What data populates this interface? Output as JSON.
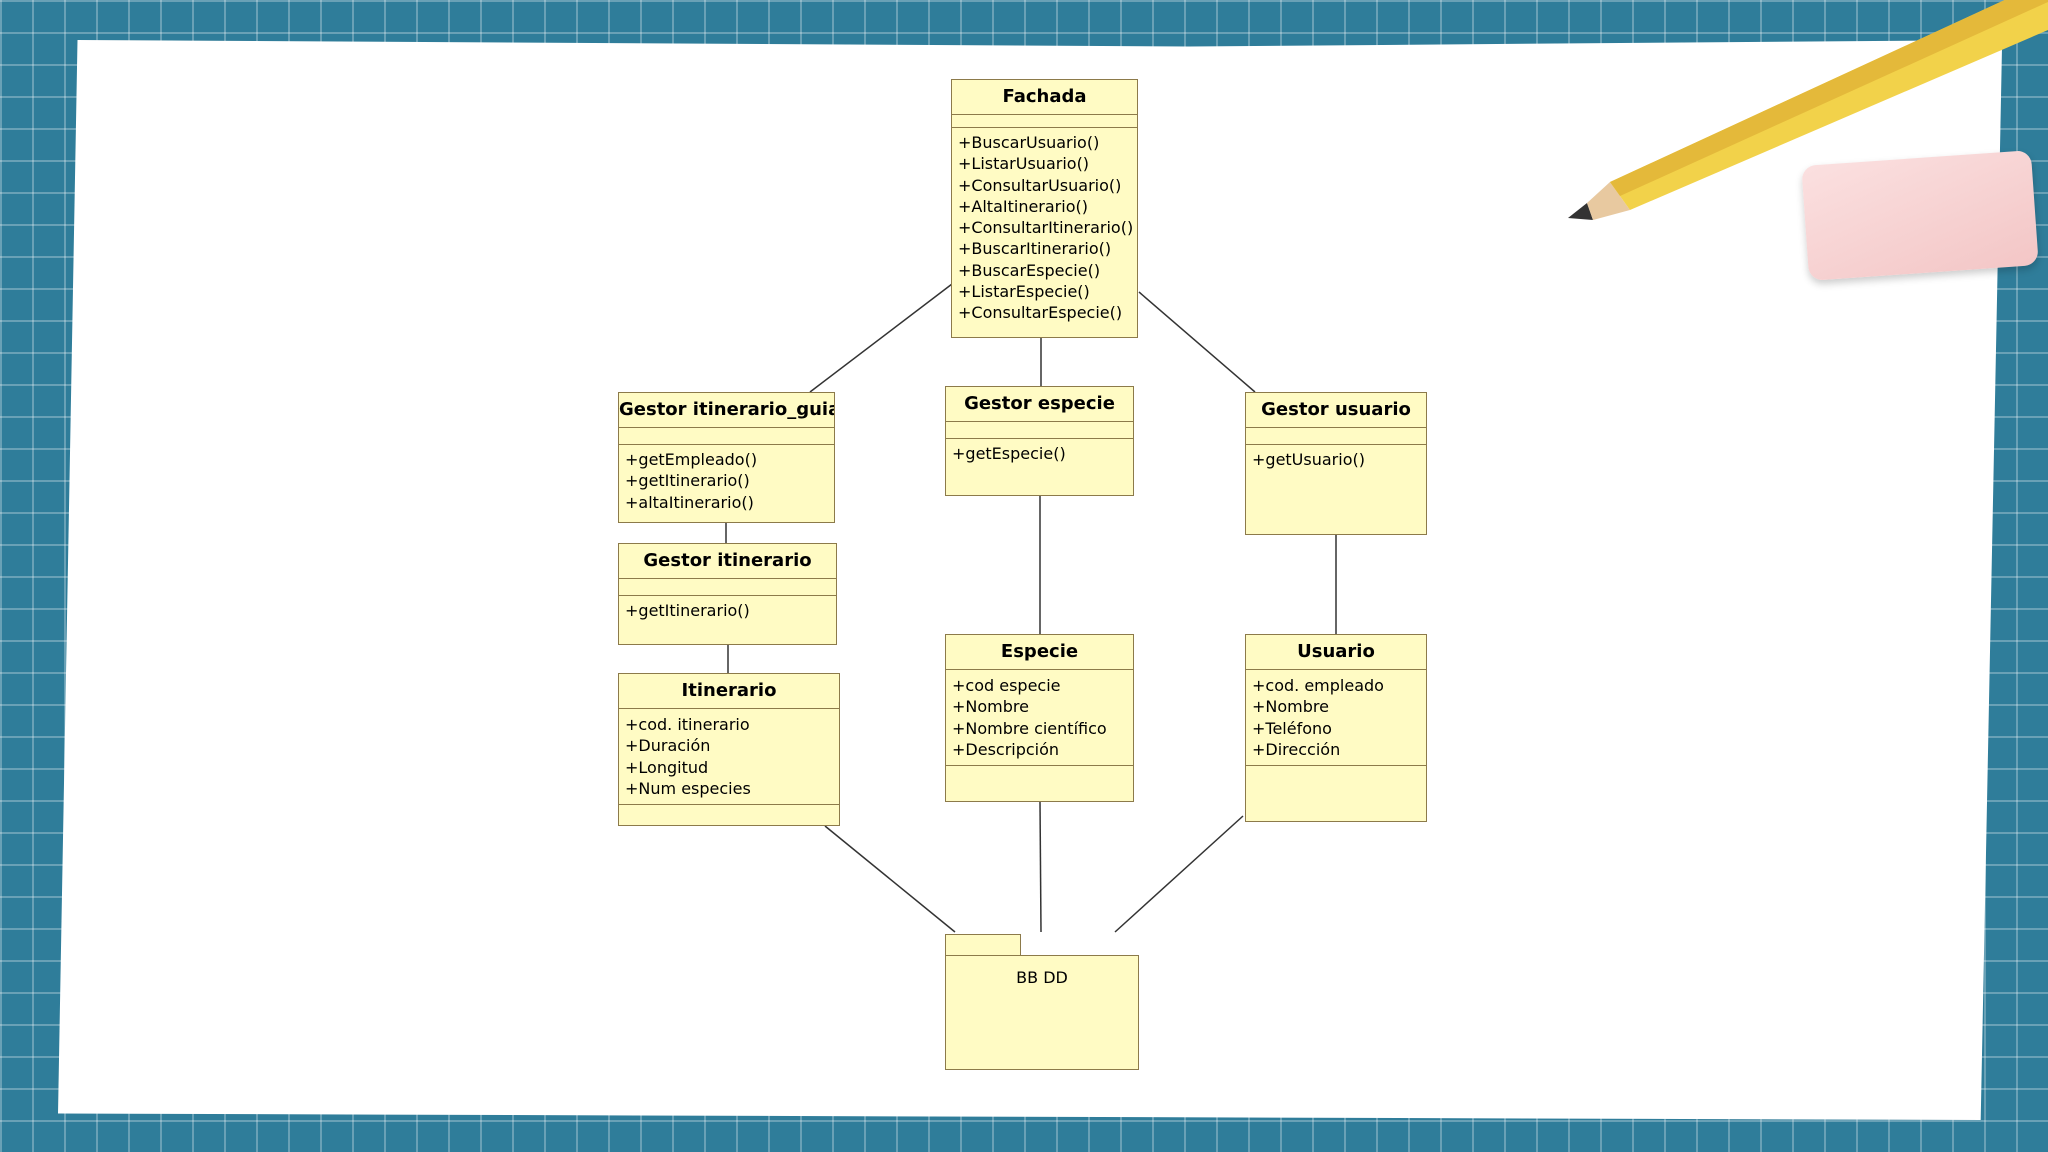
{
  "diagram": {
    "classes": {
      "fachada": {
        "name": "Fachada",
        "attributes": [],
        "operations": [
          "+BuscarUsuario()",
          "+ListarUsuario()",
          "+ConsultarUsuario()",
          "+AltaItinerario()",
          "+ConsultarItinerario()",
          "+BuscarItinerario()",
          "+BuscarEspecie()",
          "+ListarEspecie()",
          "+ConsultarEspecie()"
        ]
      },
      "gestor_itinerario_guia": {
        "name": "Gestor itinerario_guia",
        "attributes": [],
        "operations": [
          "+getEmpleado()",
          "+getItinerario()",
          "+altaItinerario()"
        ]
      },
      "gestor_especie": {
        "name": "Gestor especie",
        "attributes": [],
        "operations": [
          "+getEspecie()"
        ]
      },
      "gestor_usuario": {
        "name": "Gestor usuario",
        "attributes": [],
        "operations": [
          "+getUsuario()"
        ]
      },
      "gestor_itinerario": {
        "name": "Gestor itinerario",
        "attributes": [],
        "operations": [
          "+getItinerario()"
        ]
      },
      "itinerario": {
        "name": "Itinerario",
        "attributes": [
          "+cod. itinerario",
          "+Duración",
          "+Longitud",
          "+Num especies"
        ],
        "operations": []
      },
      "especie": {
        "name": "Especie",
        "attributes": [
          "+cod especie",
          "+Nombre",
          "+Nombre científico",
          "+Descripción"
        ],
        "operations": []
      },
      "usuario": {
        "name": "Usuario",
        "attributes": [
          "+cod. empleado",
          "+Nombre",
          "+Teléfono",
          "+Dirección"
        ],
        "operations": []
      }
    },
    "package": {
      "name": "BB DD"
    },
    "colors": {
      "class_fill": "#fffbc4",
      "class_border": "#8c7a4a",
      "grid_background": "#2f7d9a",
      "pencil": "#f2d24a",
      "eraser": "#f6cfcf"
    }
  }
}
